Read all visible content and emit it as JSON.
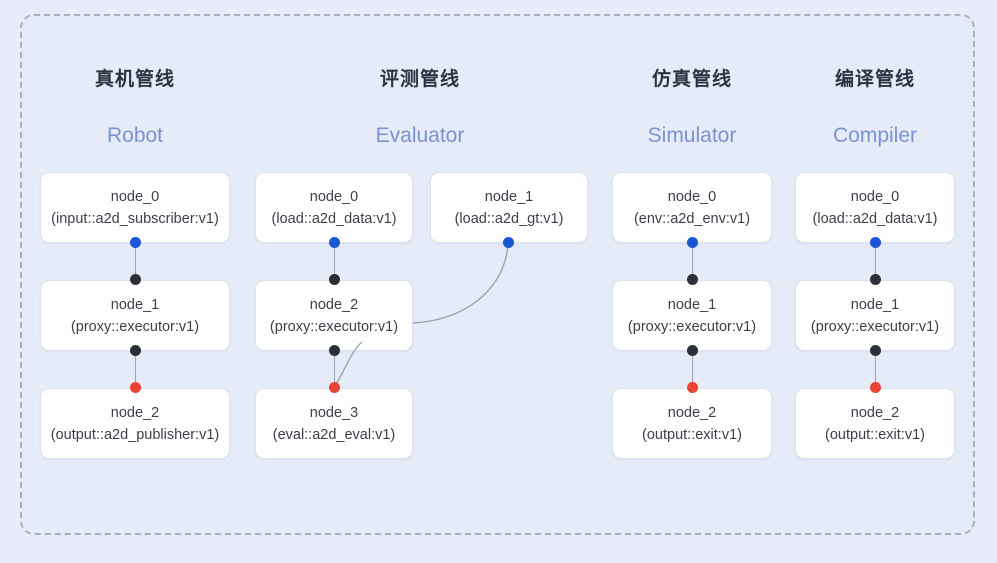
{
  "diagram": {
    "background_color": "#e8ecf8",
    "frame_color": "#a8b0c0",
    "accent_blue": "#1a56d6",
    "accent_red": "#ea4335",
    "accent_black": "#2b2f36",
    "title_en_color": "#7b93d4"
  },
  "columns": [
    {
      "title_cn": "真机管线",
      "title_en": "Robot",
      "nodes": [
        {
          "name": "node_0",
          "type": "(input::a2d_subscriber:v1)"
        },
        {
          "name": "node_1",
          "type": "(proxy::executor:v1)"
        },
        {
          "name": "node_2",
          "type": "(output::a2d_publisher:v1)"
        }
      ]
    },
    {
      "title_cn": "评测管线",
      "title_en": "Evaluator",
      "nodes": [
        {
          "name": "node_0",
          "type": "(load::a2d_data:v1)"
        },
        {
          "name": "node_1",
          "type": "(load::a2d_gt:v1)"
        },
        {
          "name": "node_2",
          "type": "(proxy::executor:v1)"
        },
        {
          "name": "node_3",
          "type": "(eval::a2d_eval:v1)"
        }
      ]
    },
    {
      "title_cn": "仿真管线",
      "title_en": "Simulator",
      "nodes": [
        {
          "name": "node_0",
          "type": "(env::a2d_env:v1)"
        },
        {
          "name": "node_1",
          "type": "(proxy::executor:v1)"
        },
        {
          "name": "node_2",
          "type": "(output::exit:v1)"
        }
      ]
    },
    {
      "title_cn": "编译管线",
      "title_en": "Compiler",
      "nodes": [
        {
          "name": "node_0",
          "type": "(load::a2d_data:v1)"
        },
        {
          "name": "node_1",
          "type": "(proxy::executor:v1)"
        },
        {
          "name": "node_2",
          "type": "(output::exit:v1)"
        }
      ]
    }
  ]
}
